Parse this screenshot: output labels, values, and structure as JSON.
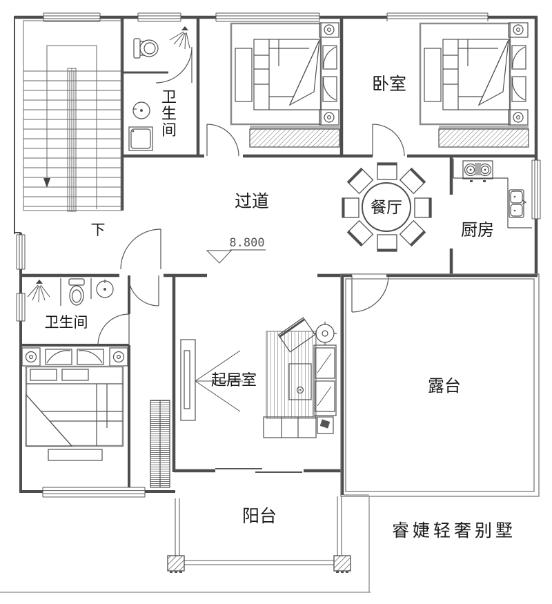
{
  "plan": {
    "rooms": {
      "bathroom_top": {
        "label": "卫生间",
        "chars": [
          "卫",
          "生",
          "间"
        ]
      },
      "bedroom_top": {
        "label": "卧室"
      },
      "hallway": {
        "label": "过道"
      },
      "dining": {
        "label": "餐厅"
      },
      "kitchen": {
        "label": "厨房"
      },
      "bathroom_left": {
        "label": "卫生间"
      },
      "living": {
        "label": "起居室"
      },
      "terrace": {
        "label": "露台"
      },
      "balcony": {
        "label": "阳台"
      }
    },
    "stairs": {
      "direction_label": "下"
    },
    "elevation": {
      "value": "8.800"
    },
    "watermark": {
      "text": "睿婕轻奢别墅",
      "color": "#e4c8a8"
    },
    "colors": {
      "wall": "#4d4d4d",
      "line": "#555555",
      "background": "#ffffff"
    }
  }
}
